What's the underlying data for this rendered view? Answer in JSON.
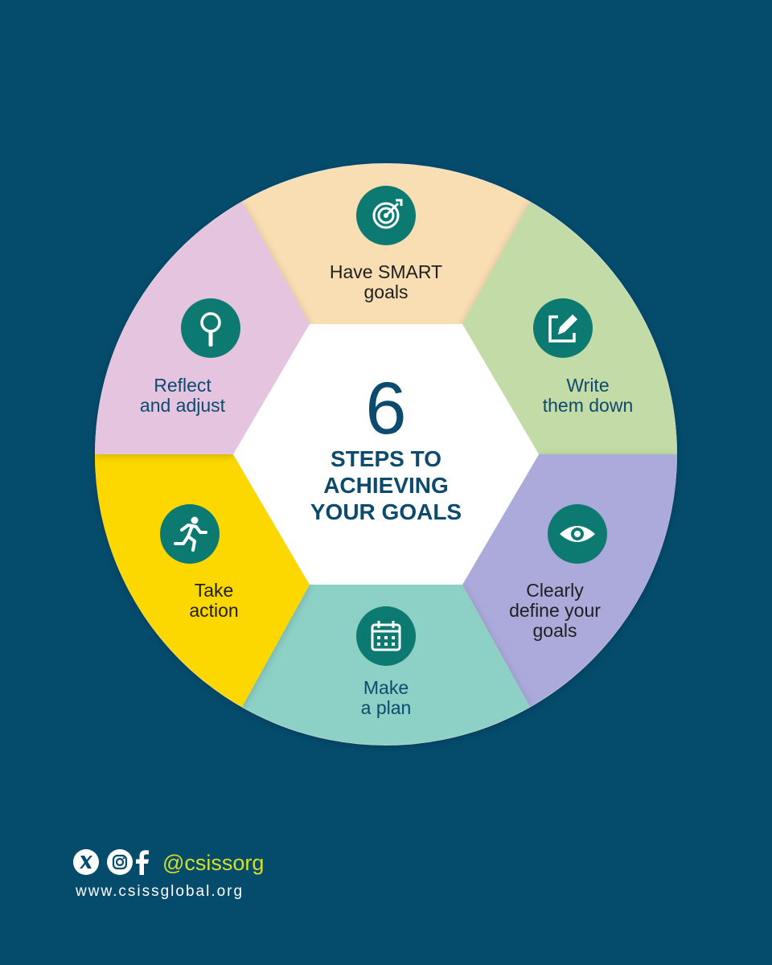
{
  "center": {
    "number": "6",
    "title_lines": [
      "STEPS TO",
      "ACHIEVING",
      "YOUR GOALS"
    ]
  },
  "steps": [
    {
      "lines": [
        "Have SMART",
        "goals"
      ],
      "icon": "target-icon",
      "color": "#f9ddb3"
    },
    {
      "lines": [
        "Write",
        "them down"
      ],
      "icon": "edit-icon",
      "color": "#c3dba7"
    },
    {
      "lines": [
        "Clearly",
        "define your",
        "goals"
      ],
      "icon": "eye-icon",
      "color": "#abaadb"
    },
    {
      "lines": [
        "Make",
        "a plan"
      ],
      "icon": "calendar-icon",
      "color": "#8dd0c5"
    },
    {
      "lines": [
        "Take",
        "action"
      ],
      "icon": "running-person-icon",
      "color": "#fcd700"
    },
    {
      "lines": [
        "Reflect",
        "and adjust"
      ],
      "icon": "magnifier-icon",
      "color": "#e4c4df"
    }
  ],
  "colors": {
    "background": "#044b6c",
    "icon_circle": "#0c7a70",
    "center_text": "#0c4a6e",
    "handle": "#d6df29"
  },
  "footer": {
    "handle": "@csissorg",
    "website": "www.csissglobal.org",
    "icons": [
      "x-icon",
      "instagram-icon",
      "facebook-icon"
    ]
  }
}
